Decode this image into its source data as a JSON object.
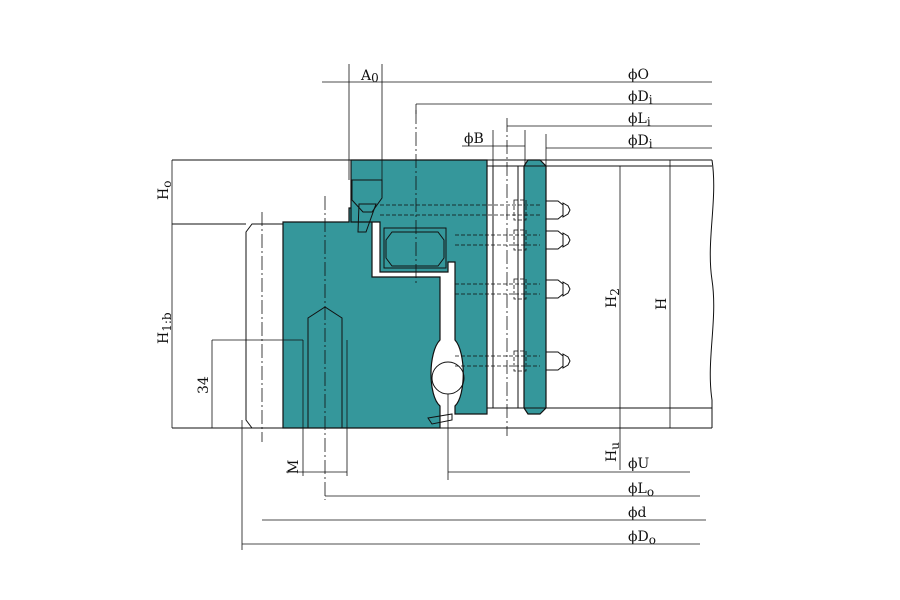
{
  "colors": {
    "ring_fill": "#35979b",
    "line": "#111111",
    "background": "#ffffff"
  },
  "labels": {
    "A0": "A",
    "A0_sub": "0",
    "O": "ϕO",
    "Di_top": "ϕD",
    "Di_top_sub": "i",
    "Li": "ϕL",
    "Li_sub": "i",
    "B": "ϕB",
    "Di": "ϕD",
    "Di_sub": "i",
    "Ho": "H",
    "Ho_sub": "o",
    "H1b": "H",
    "H1b_sub": "1:b",
    "dim34": "34",
    "H2": "H",
    "H2_sub": "2",
    "H": "H",
    "Hu": "H",
    "Hu_sub": "u",
    "M": "M",
    "U": "ϕU",
    "Lo": "ϕL",
    "Lo_sub": "o",
    "d": "ϕd",
    "Do": "ϕD",
    "Do_sub": "o"
  }
}
